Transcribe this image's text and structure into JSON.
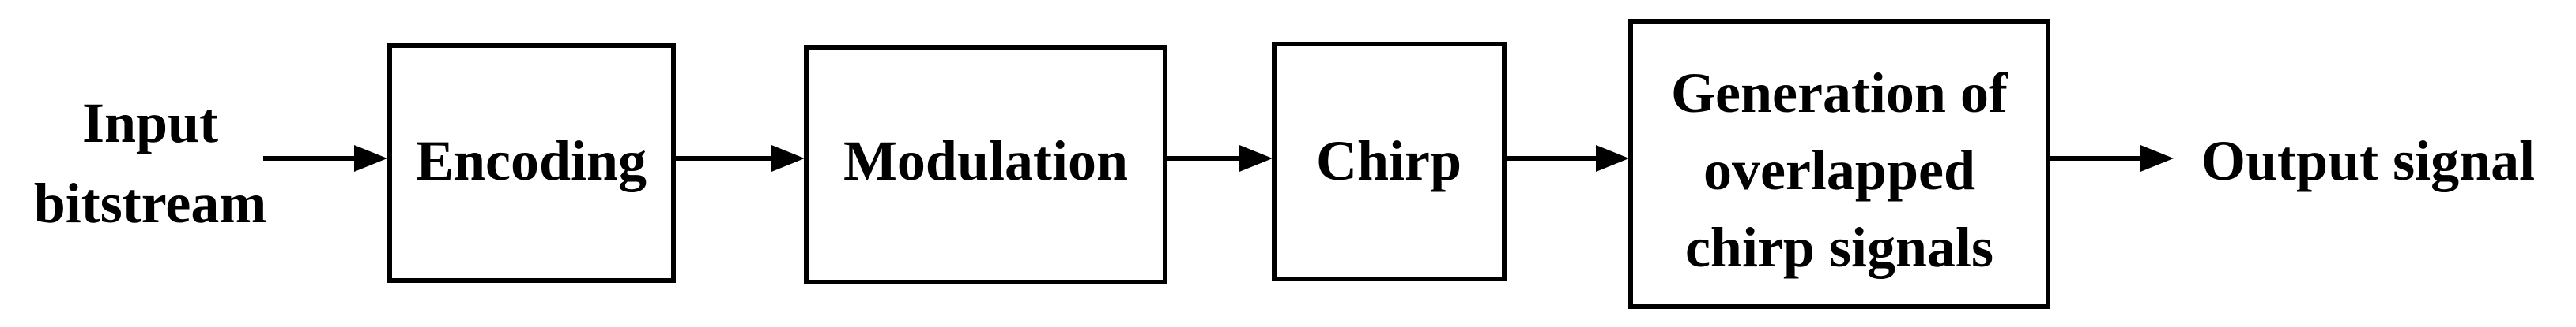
{
  "diagram": {
    "input_label": [
      "Input",
      "bitstream"
    ],
    "blocks": [
      {
        "id": "encoding",
        "lines": [
          "Encoding"
        ]
      },
      {
        "id": "modulation",
        "lines": [
          "Modulation"
        ]
      },
      {
        "id": "chirp",
        "lines": [
          "Chirp"
        ]
      },
      {
        "id": "generation",
        "lines": [
          "Generation of",
          "overlapped",
          "chirp signals"
        ]
      }
    ],
    "output_label": [
      "Output signal"
    ]
  },
  "colors": {
    "stroke": "#000000",
    "background": "#ffffff"
  }
}
